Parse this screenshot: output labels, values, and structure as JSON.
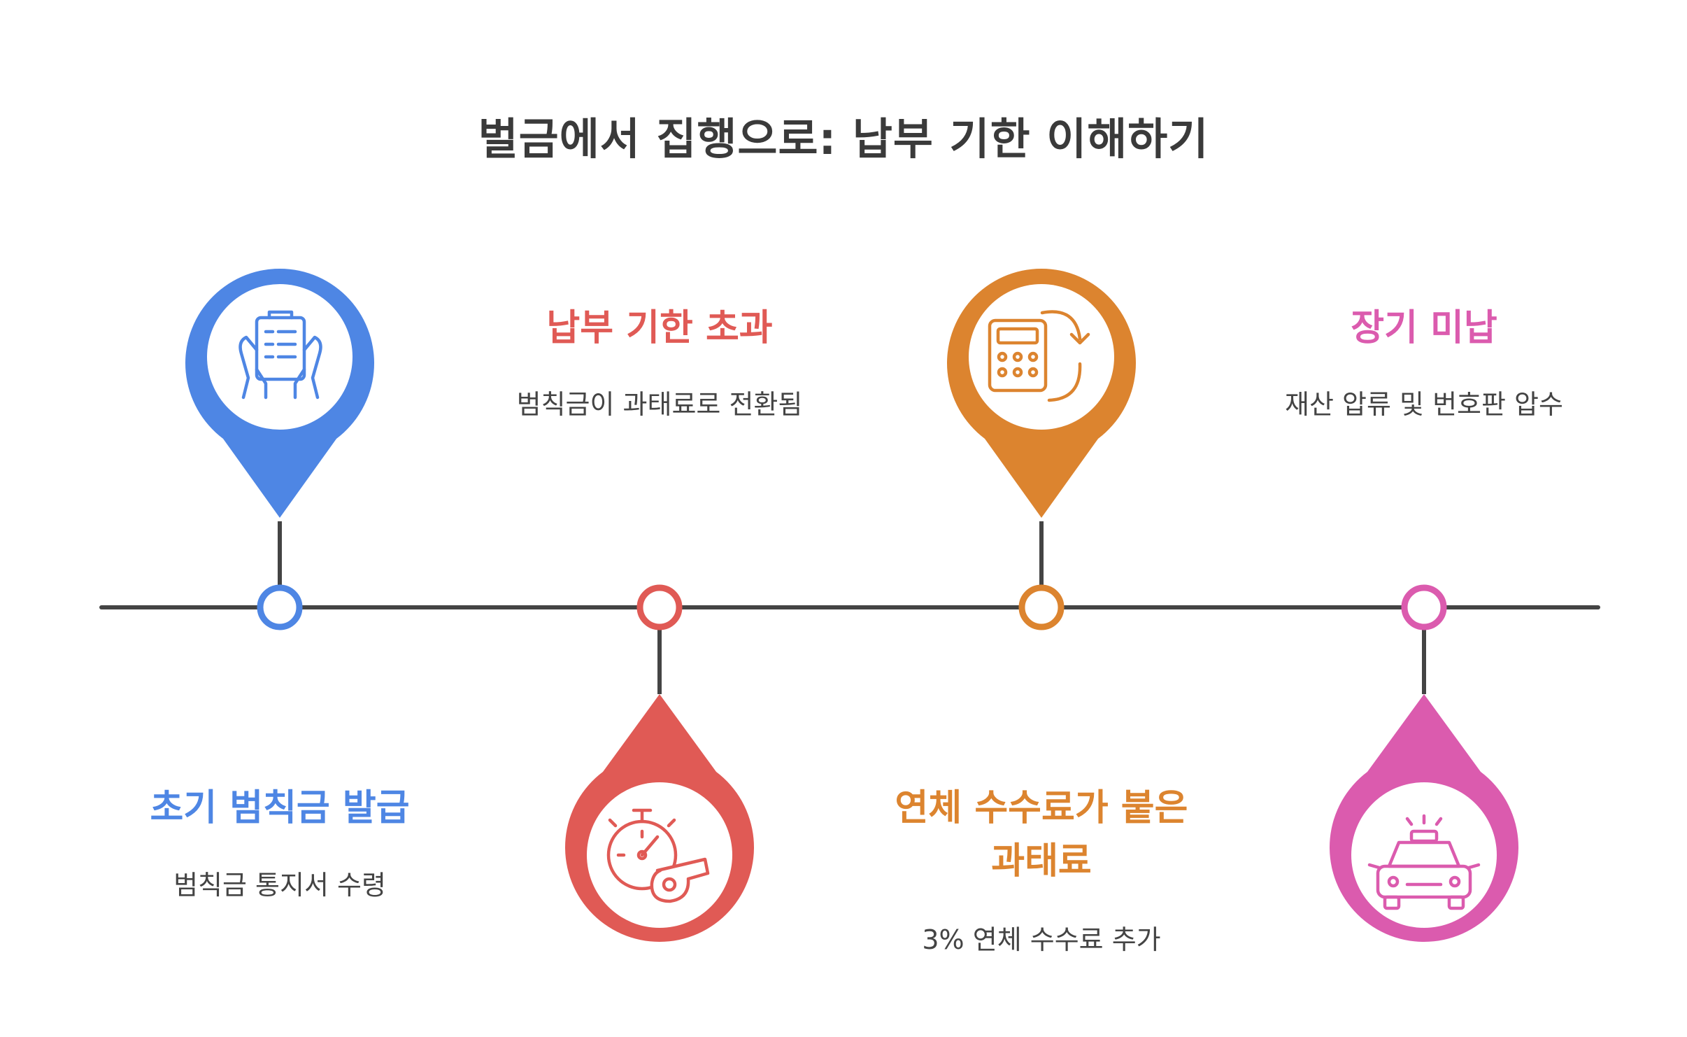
{
  "title": "벌금에서 집행으로: 납부 기한 이해하기",
  "colors": {
    "line": "#444444",
    "blue": "#4E86E4",
    "red": "#E05A55",
    "orange": "#DC842F",
    "pink": "#DB5BAE"
  },
  "stages": [
    {
      "label": "초기 범칙금 발급",
      "desc": "범칙금 통지서 수령",
      "icon": "document-hands-icon",
      "color": "blue"
    },
    {
      "label": "납부 기한 초과",
      "desc": "범칙금이 과태료로 전환됨",
      "icon": "stopwatch-whistle-icon",
      "color": "red"
    },
    {
      "label": "연체 수수료가 붙은\n과태료",
      "desc": "3% 연체 수수료 추가",
      "icon": "calculator-cycle-icon",
      "color": "orange"
    },
    {
      "label": "장기 미납",
      "desc": "재산 압류 및 번호판 압수",
      "icon": "police-car-icon",
      "color": "pink"
    }
  ]
}
